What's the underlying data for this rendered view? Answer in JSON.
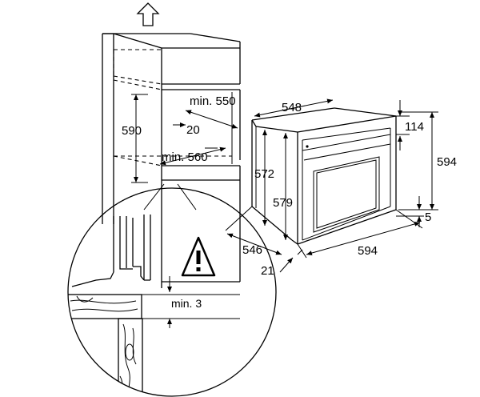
{
  "cabinet": {
    "min_depth_label": "min. 550",
    "height_label": "590",
    "gap_label": "20",
    "min_width_label": "min. 560"
  },
  "oven": {
    "depth_label": "548",
    "front_height_label": "572",
    "body_height_label": "579",
    "top_gap_label": "114",
    "total_height_label": "594",
    "bottom_gap_label": "5",
    "width_label": "594",
    "side_depth_label": "546",
    "front_depth_label": "21"
  },
  "detail": {
    "clearance_label": "min. 3",
    "warning_symbol": "!"
  },
  "icons": {
    "up_arrow": "up-arrow-icon",
    "warning": "warning-triangle-icon"
  }
}
